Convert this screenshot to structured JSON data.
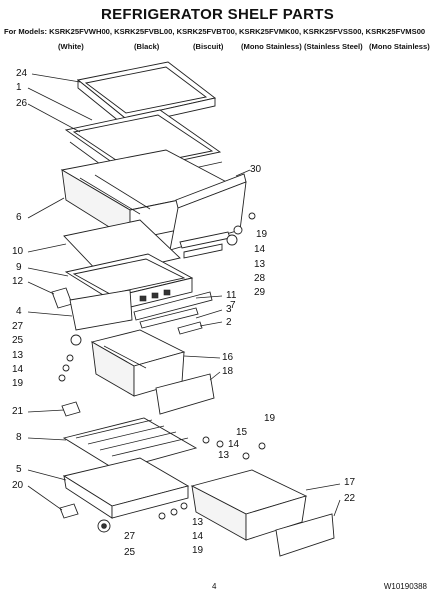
{
  "header": {
    "title": "REFRIGERATOR SHELF PARTS",
    "models_line": "For Models: KSRK25FVWH00, KSRK25FVBL00, KSRK25FVBT00, KSRK25FVMK00, KSRK25FVSS00, KSRK25FVMS00",
    "colors": [
      "(White)",
      "(Black)",
      "(Biscuit)",
      "(Mono Stainless)",
      "(Stainless Steel)",
      "(Mono Stainless)"
    ]
  },
  "callouts": [
    "24",
    "1",
    "26",
    "6",
    "10",
    "9",
    "12",
    "4",
    "27",
    "25",
    "13",
    "14",
    "19",
    "21",
    "8",
    "5",
    "20",
    "27",
    "25",
    "30",
    "19",
    "14",
    "13",
    "28",
    "29",
    "7",
    "11",
    "3",
    "2",
    "16",
    "18",
    "19",
    "15",
    "14",
    "13",
    "17",
    "22",
    "13",
    "14",
    "19"
  ],
  "footer": {
    "page_number": "4",
    "doc_number": "W10190388"
  }
}
